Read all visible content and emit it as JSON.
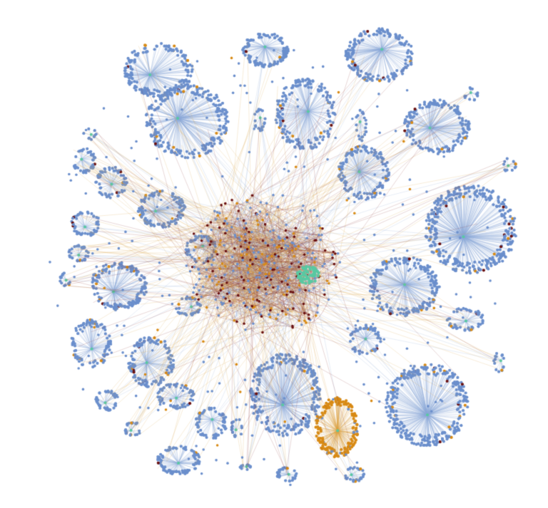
{
  "diagram": {
    "type": "network-graph",
    "layout": "force-directed",
    "labels_shown": false,
    "background": "#ffffff",
    "palette": {
      "node_primary": "#6b8fcc",
      "edge_primary": "#8aa6d6",
      "node_orange": "#d88a14",
      "node_darkred": "#6a1111",
      "node_teal": "#58c9a2",
      "edge_orange": "#d9a040",
      "edge_darkred": "#7a1a1a"
    },
    "node_groups": [
      "blue",
      "orange",
      "dark-red",
      "teal"
    ]
  }
}
